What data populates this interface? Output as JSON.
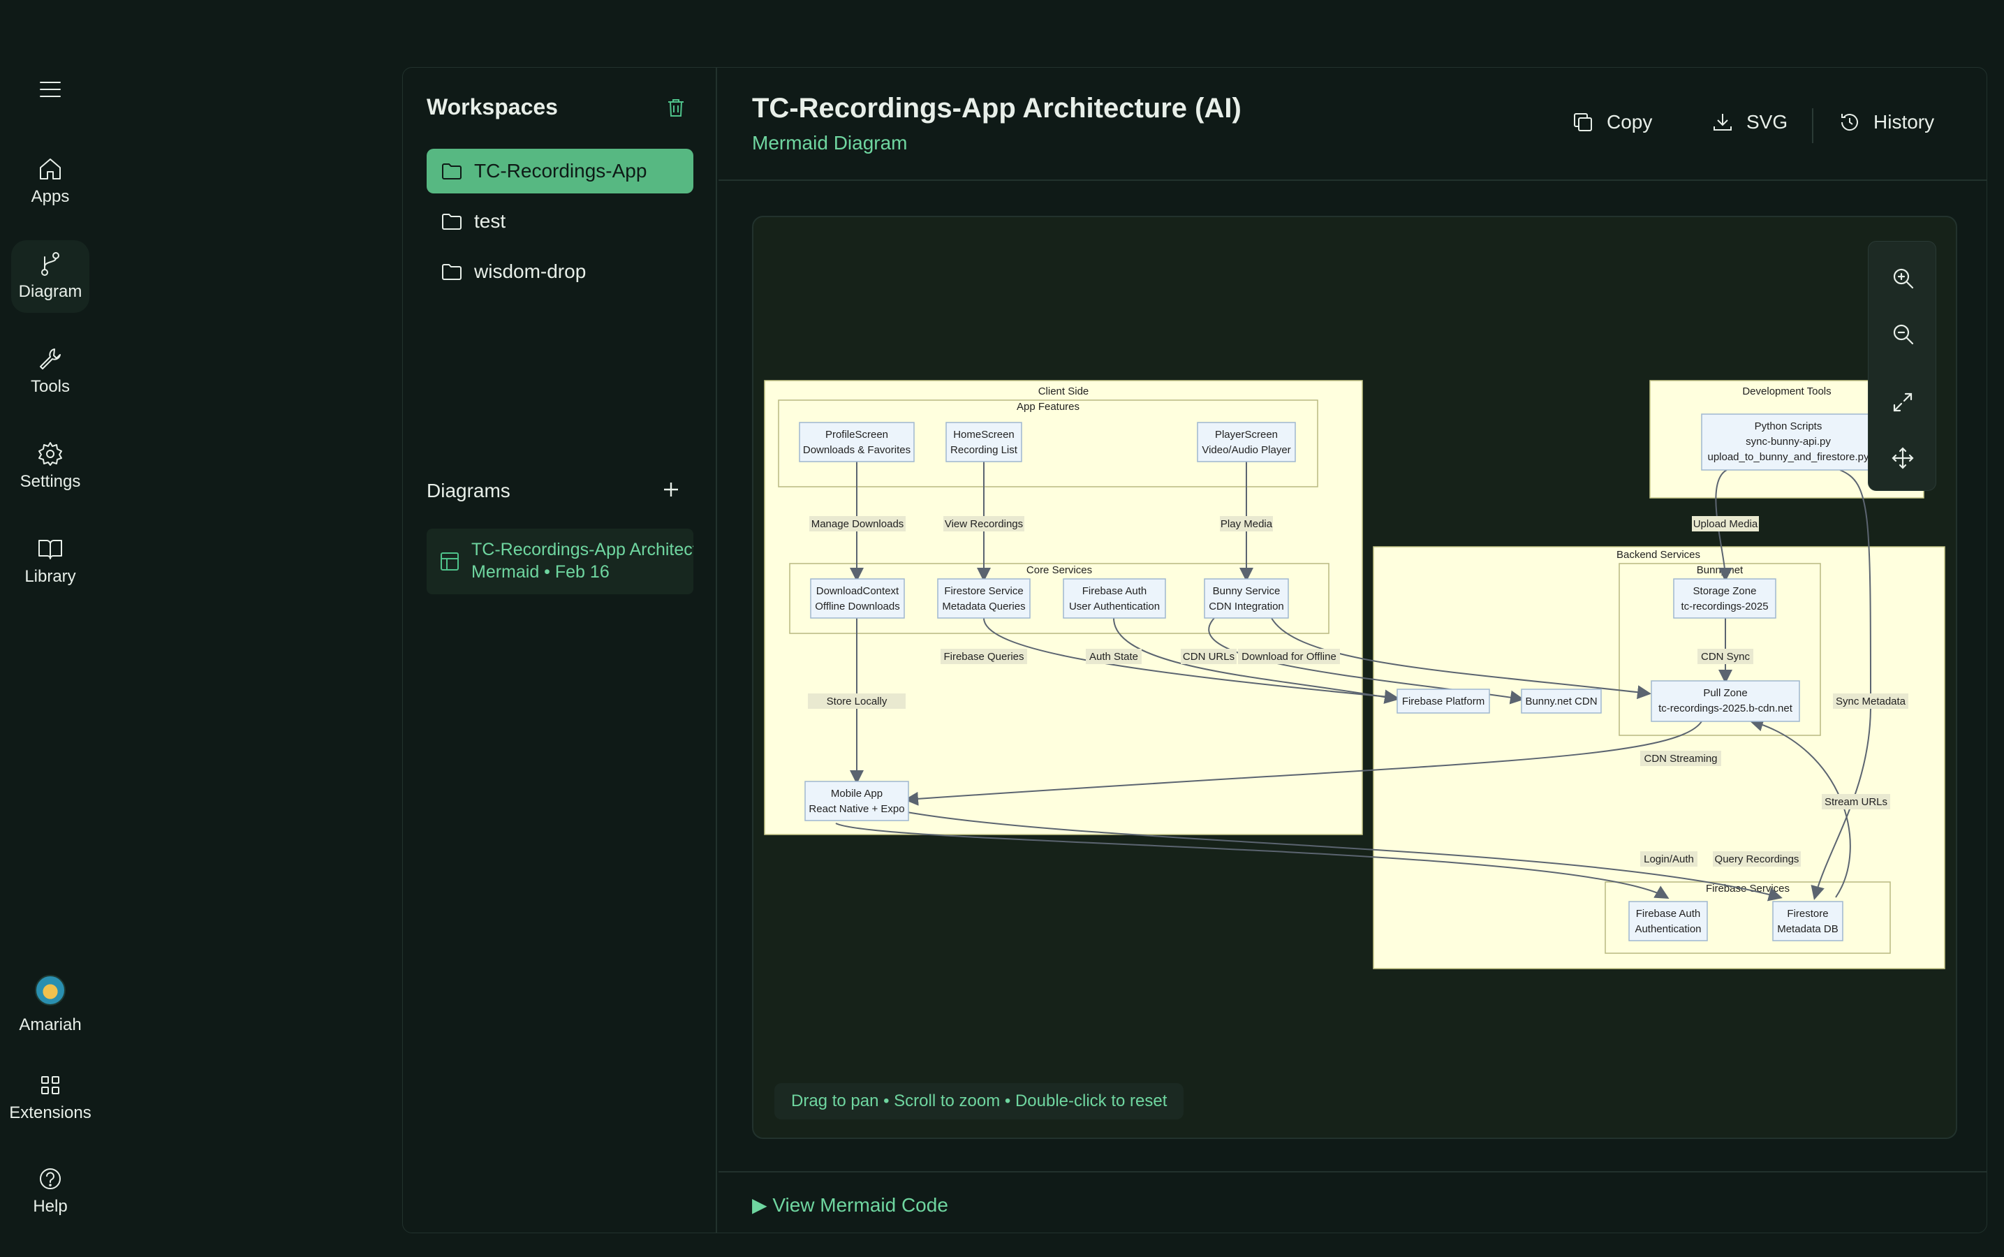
{
  "nav": {
    "items": [
      {
        "label": "Apps",
        "icon": "home-icon"
      },
      {
        "label": "Diagram",
        "icon": "git-branch-icon"
      },
      {
        "label": "Tools",
        "icon": "wrench-icon"
      },
      {
        "label": "Settings",
        "icon": "gear-icon"
      },
      {
        "label": "Library",
        "icon": "book-icon"
      }
    ],
    "user": "Amariah",
    "extensions": "Extensions",
    "help": "Help"
  },
  "workspaces": {
    "title": "Workspaces",
    "folders": [
      "TC-Recordings-App",
      "test",
      "wisdom-drop"
    ],
    "active": "TC-Recordings-App"
  },
  "diagrams": {
    "title": "Diagrams",
    "items": [
      {
        "name": "TC-Recordings-App Architecture (AI)",
        "meta": "Mermaid • Feb 16"
      }
    ]
  },
  "header": {
    "title": "TC-Recordings-App Architecture (AI)",
    "subtitle": "Mermaid Diagram",
    "copy": "Copy",
    "svg": "SVG",
    "history": "History"
  },
  "canvas": {
    "hint": "Drag to pan • Scroll to zoom • Double-click to reset",
    "view_code": "▶ View Mermaid Code"
  },
  "diagram": {
    "groups": {
      "client": "Client Side",
      "features": "App Features",
      "core": "Core Services",
      "devtools": "Development Tools",
      "backend": "Backend Services",
      "bunny": "Bunny.net",
      "firebase": "Firebase Services"
    },
    "nodes": {
      "profile": [
        "ProfileScreen",
        "Downloads & Favorites"
      ],
      "home": [
        "HomeScreen",
        "Recording List"
      ],
      "player": [
        "PlayerScreen",
        "Video/Audio Player"
      ],
      "download_ctx": [
        "DownloadContext",
        "Offline Downloads"
      ],
      "firestore_svc": [
        "Firestore Service",
        "Metadata Queries"
      ],
      "fb_auth_svc": [
        "Firebase Auth",
        "User Authentication"
      ],
      "bunny_svc": [
        "Bunny Service",
        "CDN Integration"
      ],
      "mobile": [
        "Mobile App",
        "React Native + Expo"
      ],
      "python": [
        "Python Scripts",
        "sync-bunny-api.py",
        "upload_to_bunny_and_firestore.py"
      ],
      "storage": [
        "Storage Zone",
        "tc-recordings-2025"
      ],
      "pull": [
        "Pull Zone",
        "tc-recordings-2025.b-cdn.net"
      ],
      "fb_platform": [
        "Firebase Platform"
      ],
      "bunny_cdn": [
        "Bunny.net CDN"
      ],
      "fb_auth": [
        "Firebase Auth",
        "Authentication"
      ],
      "firestore_db": [
        "Firestore",
        "Metadata DB"
      ]
    },
    "edges": {
      "manage": "Manage Downloads",
      "view": "View Recordings",
      "play": "Play Media",
      "upload": "Upload Media",
      "fq": "Firebase Queries",
      "auth_state": "Auth State",
      "cdn_urls": "CDN URLs",
      "dl_offline": "Download for Offline",
      "cdn_sync": "CDN Sync",
      "sync_meta": "Sync Metadata",
      "store": "Store Locally",
      "streaming": "CDN Streaming",
      "stream_urls": "Stream URLs",
      "login": "Login/Auth",
      "query": "Query Recordings"
    }
  }
}
